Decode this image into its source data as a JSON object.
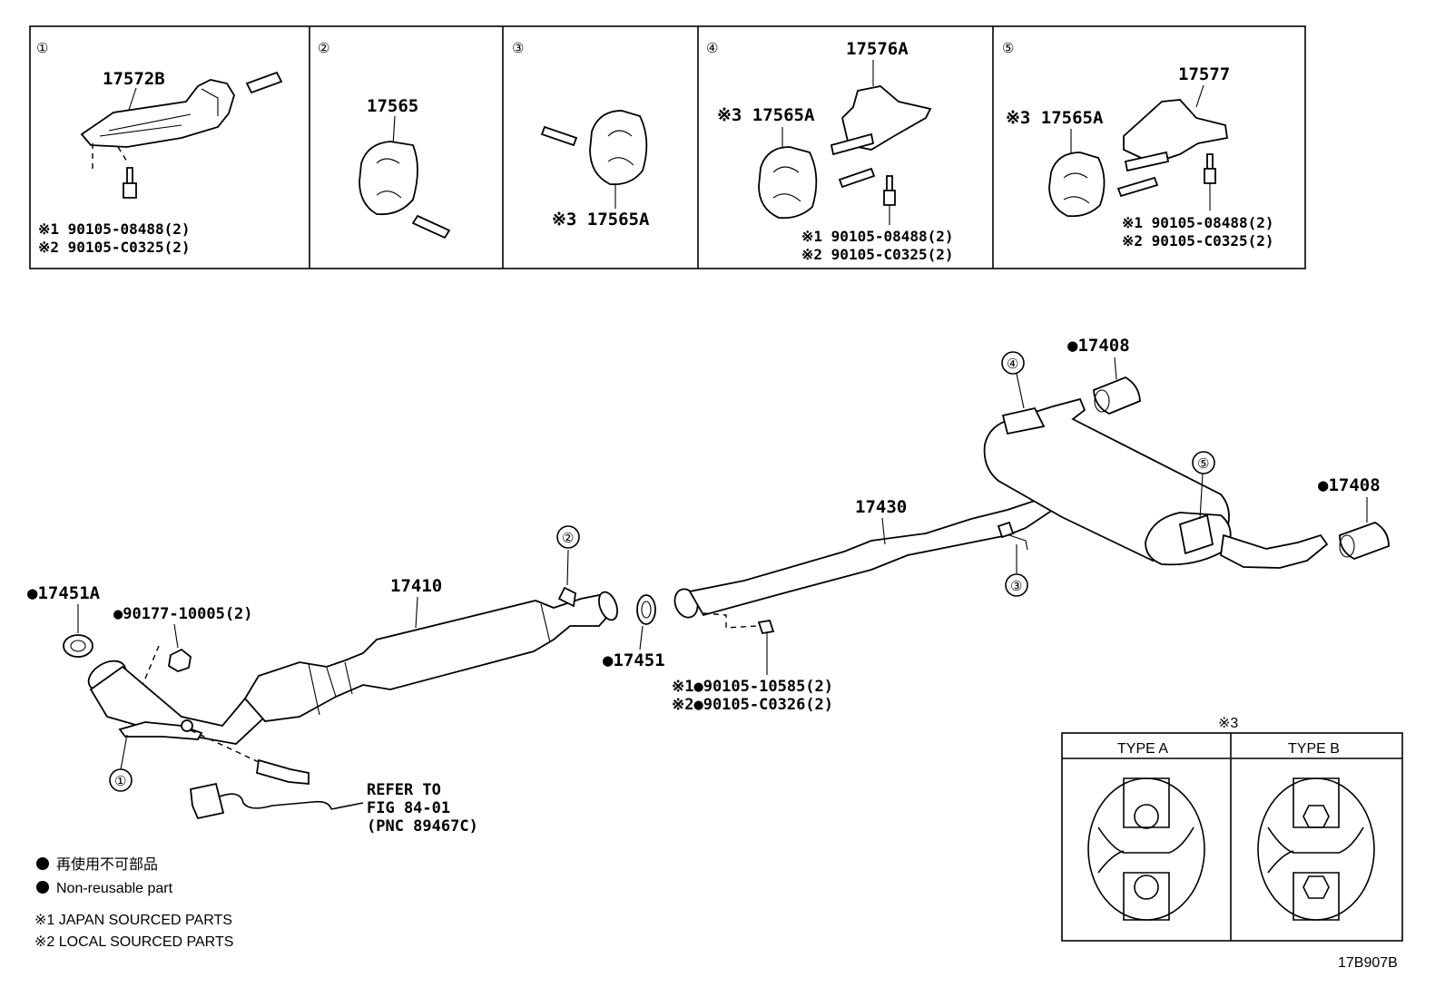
{
  "diagram_code": "17B907B",
  "insets": [
    {
      "number": "①",
      "part": "17572B",
      "notes": [
        "※1  90105-08488(2)",
        "※2  90105-C0325(2)"
      ]
    },
    {
      "number": "②",
      "part": "17565",
      "notes": []
    },
    {
      "number": "③",
      "part": "※3  17565A",
      "notes": []
    },
    {
      "number": "④",
      "part": "17576A",
      "part2": "※3  17565A",
      "notes": [
        "※1  90105-08488(2)",
        "※2  90105-C0325(2)"
      ]
    },
    {
      "number": "⑤",
      "part": "17577",
      "part2": "※3  17565A",
      "notes": [
        "※1  90105-08488(2)",
        "※2  90105-C0325(2)"
      ]
    }
  ],
  "main_labels": {
    "p17451A": "●17451A",
    "p90177": "●90177-10005(2)",
    "p17410": "17410",
    "p17451": "●17451",
    "p17430": "17430",
    "p17408_top": "●17408",
    "p17408_right": "●17408",
    "bolt_note1": "※1●90105-10585(2)",
    "bolt_note2": "※2●90105-C0326(2)",
    "refer1": "REFER TO",
    "refer2": "FIG 84-01",
    "refer3": "(PNC 89467C)"
  },
  "callouts": [
    "①",
    "②",
    "③",
    "④",
    "⑤"
  ],
  "legend": {
    "jp": "再使用不可部品",
    "en": "Non-reusable part",
    "note1": "※1 JAPAN SOURCED PARTS",
    "note2": "※2 LOCAL SOURCED PARTS"
  },
  "type_table": {
    "title": "※3",
    "col_a": "TYPE A",
    "col_b": "TYPE B"
  }
}
